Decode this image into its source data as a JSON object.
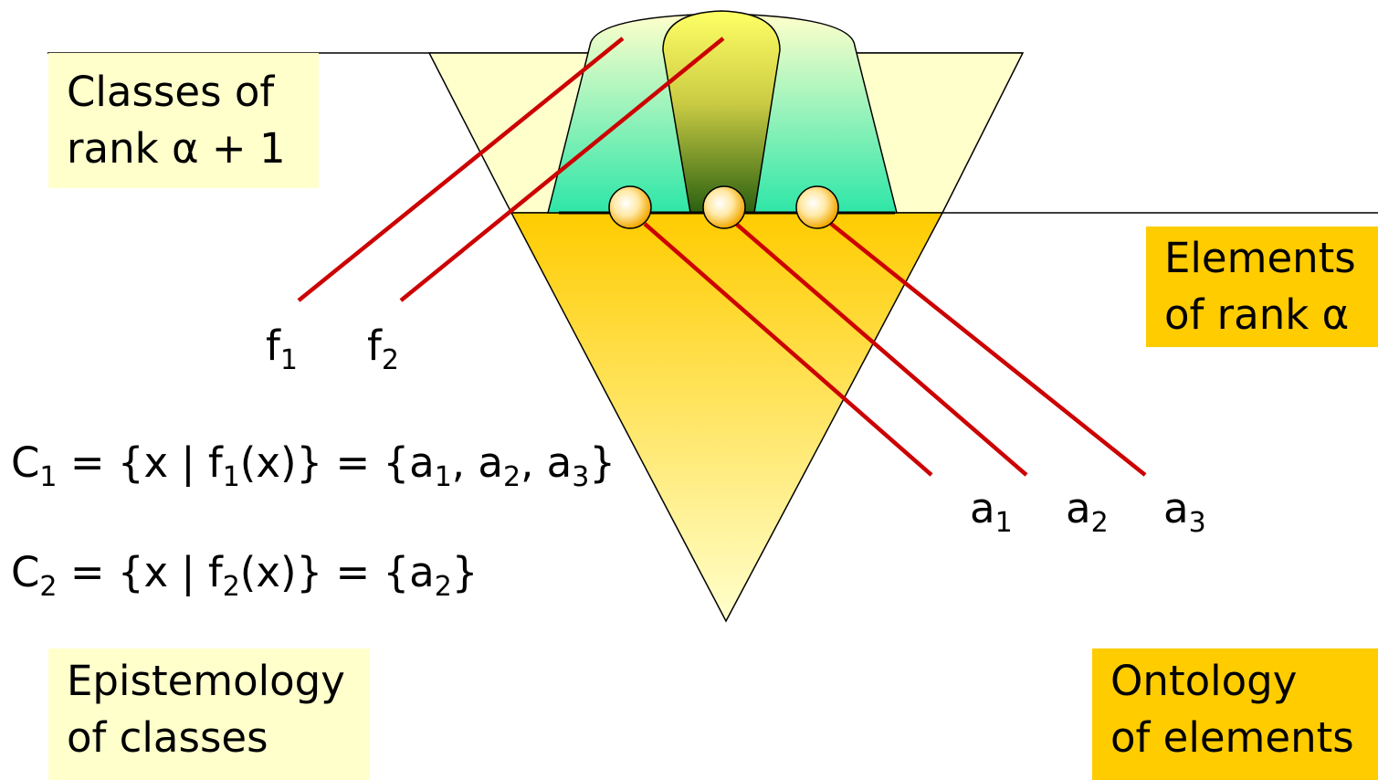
{
  "labels": {
    "classes_box": {
      "line1": "Classes of",
      "line2": "rank α + 1"
    },
    "elements_box": {
      "line1": "Elements",
      "line2": "of rank α"
    },
    "epistemology_box": {
      "line1": "Epistemology",
      "line2": "of classes"
    },
    "ontology_box": {
      "line1": "Ontology",
      "line2": "of elements"
    }
  },
  "functions": [
    {
      "base": "f",
      "sub": "1"
    },
    {
      "base": "f",
      "sub": "2"
    }
  ],
  "elements": [
    {
      "base": "a",
      "sub": "1"
    },
    {
      "base": "a",
      "sub": "2"
    },
    {
      "base": "a",
      "sub": "3"
    }
  ],
  "equations": {
    "c1": {
      "p1": "C",
      "s1": "1",
      "p2": " = {x | f",
      "s2": "1",
      "p3": "(x)} = {a",
      "s3": "1",
      "p4": ", a",
      "s4": "2",
      "p5": ", a",
      "s5": "3",
      "p6": "}"
    },
    "c2": {
      "p1": "C",
      "s1": "2",
      "p2": " = {x | f",
      "s2": "2",
      "p3": "(x)} = {a",
      "s3": "2",
      "p4": "}"
    }
  },
  "colors": {
    "pale_yellow": "#ffffcc",
    "gold": "#ffcc00",
    "link_red": "#cc0000",
    "class_green": "#33e6a6",
    "class_dark_green": "#2e6b10"
  }
}
